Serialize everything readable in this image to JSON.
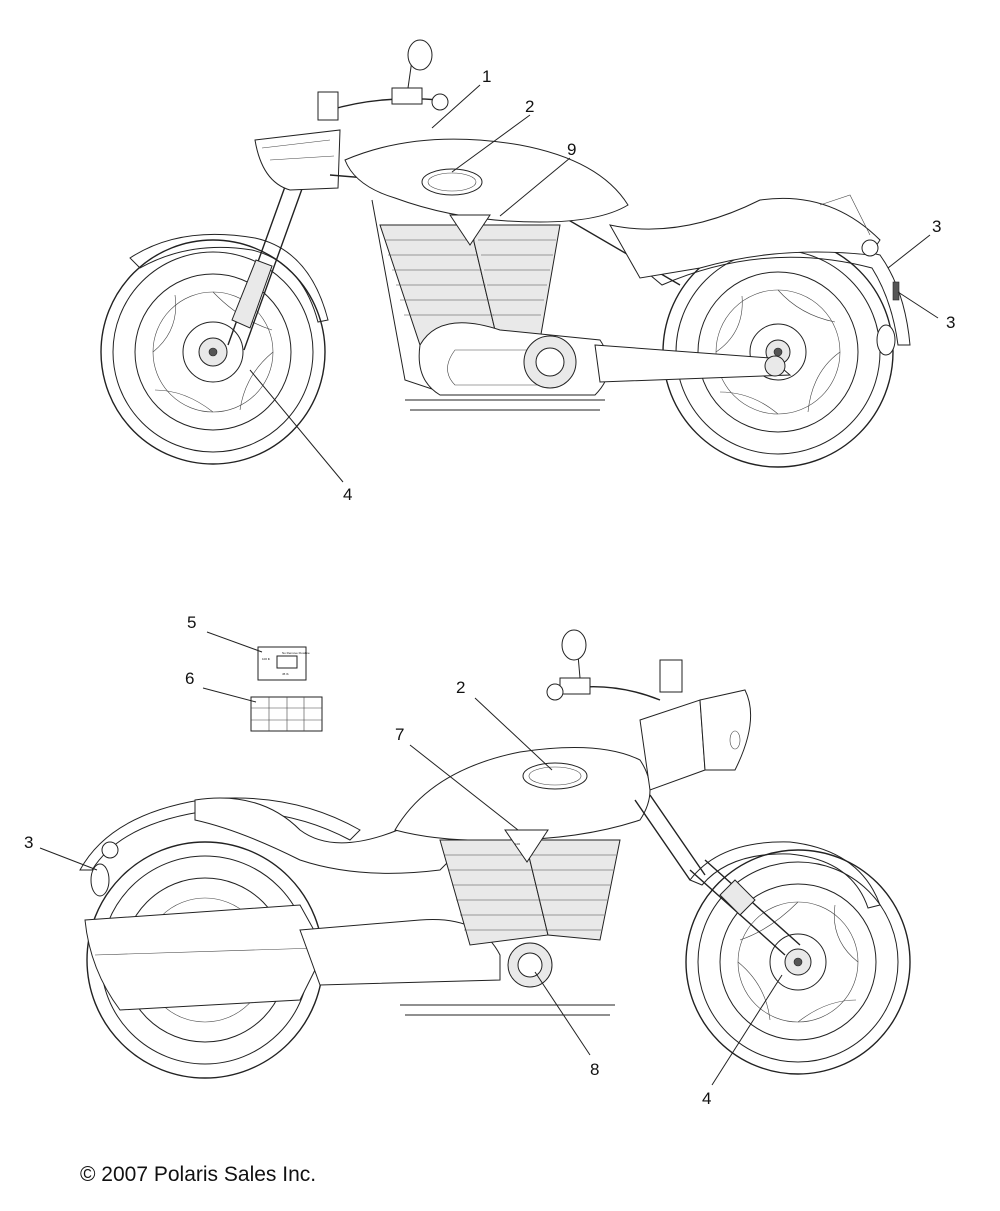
{
  "copyright": "© 2007 Polaris Sales Inc.",
  "callouts_top": [
    {
      "id": "top-1",
      "label": "1"
    },
    {
      "id": "top-2",
      "label": "2"
    },
    {
      "id": "top-9",
      "label": "9"
    },
    {
      "id": "top-3a",
      "label": "3"
    },
    {
      "id": "top-3b",
      "label": "3"
    },
    {
      "id": "top-4",
      "label": "4"
    }
  ],
  "callouts_bottom": [
    {
      "id": "bot-5",
      "label": "5"
    },
    {
      "id": "bot-6",
      "label": "6"
    },
    {
      "id": "bot-2",
      "label": "2"
    },
    {
      "id": "bot-7",
      "label": "7"
    },
    {
      "id": "bot-3",
      "label": "3"
    },
    {
      "id": "bot-8",
      "label": "8"
    },
    {
      "id": "bot-4",
      "label": "4"
    }
  ],
  "line_color": "#222222",
  "background": "#ffffff"
}
